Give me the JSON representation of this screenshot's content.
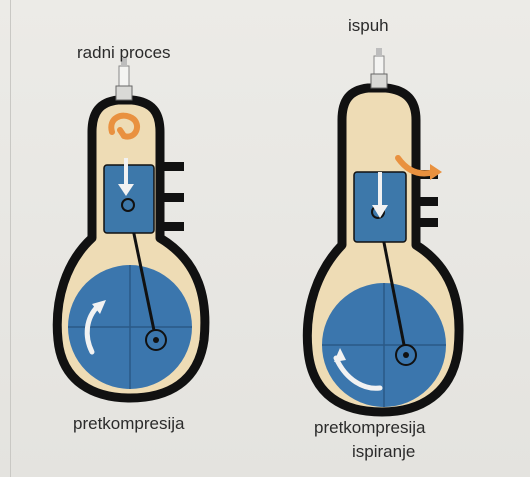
{
  "diagrams": {
    "left": {
      "title": "radni proces",
      "caption": "pretkompresija"
    },
    "right": {
      "title": "ispuh",
      "caption_line1": "pretkompresija",
      "caption_line2": "ispiranje"
    }
  },
  "colors": {
    "background": "#e9e8e4",
    "casing_fill": "#eedcb5",
    "casing_outline": "#111111",
    "piston": "#3d78aa",
    "crank_disc": "#3b76ad",
    "flame": "#e9913f",
    "arrow": "#f2f2f2"
  },
  "icons": [
    "spark-plug-icon",
    "combustion-swirl-icon",
    "exhaust-flow-icon",
    "rotation-arrow-icon",
    "down-arrow-icon"
  ]
}
